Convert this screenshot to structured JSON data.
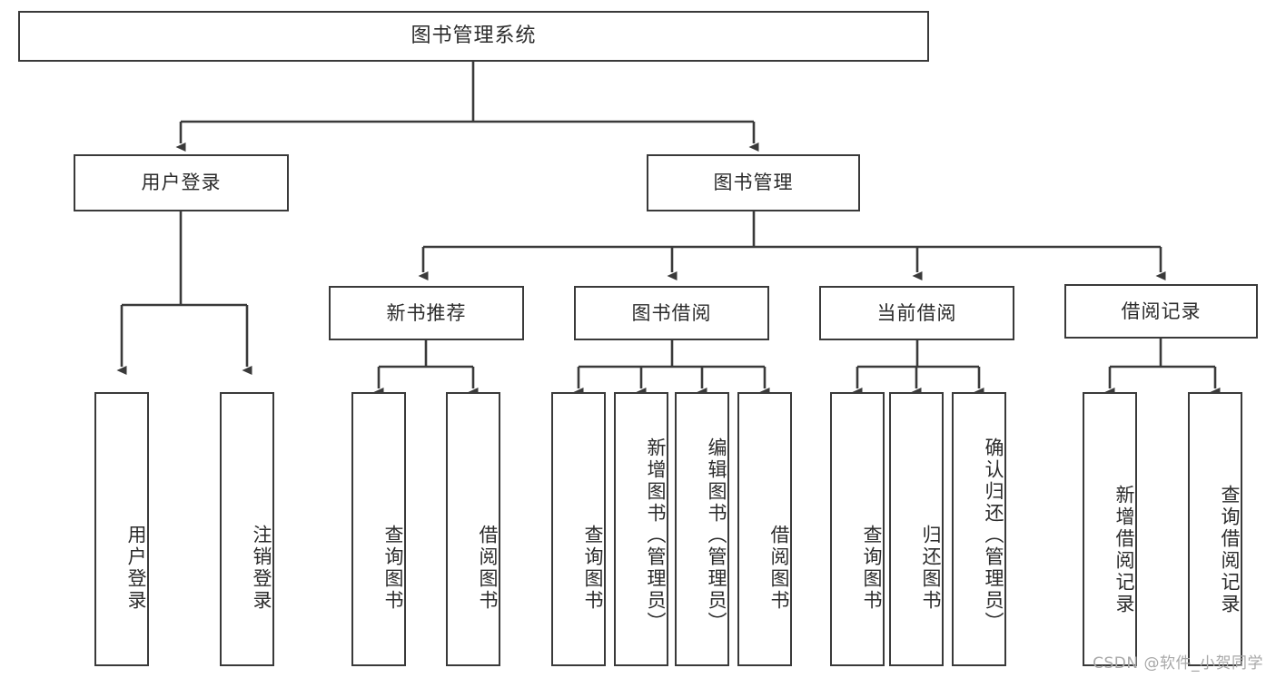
{
  "diagram": {
    "type": "tree-hierarchy-chart",
    "title": "图书管理系统",
    "orientation": "top-down",
    "colors": {
      "box_border": "#3a3a3a",
      "box_fill": "#ffffff",
      "connector": "#3a3a3a",
      "text": "#2b2b2b",
      "watermark": "#a8a8a8",
      "background": "#ffffff"
    }
  },
  "root": {
    "label": "图书管理系统"
  },
  "level2": [
    {
      "label": "用户登录"
    },
    {
      "label": "图书管理"
    }
  ],
  "level3": [
    {
      "label": "新书推荐"
    },
    {
      "label": "图书借阅"
    },
    {
      "label": "当前借阅"
    },
    {
      "label": "借阅记录"
    }
  ],
  "leaves": {
    "user_login": [
      {
        "label": "用户登录"
      },
      {
        "label": "注销登录"
      }
    ],
    "new_book_recommend": [
      {
        "label": "查询图书"
      },
      {
        "label": "借阅图书"
      }
    ],
    "book_borrow": [
      {
        "label": "查询图书"
      },
      {
        "label": "新增图书（管理员）"
      },
      {
        "label": "编辑图书（管理员）"
      },
      {
        "label": "借阅图书"
      }
    ],
    "current_borrow": [
      {
        "label": "查询图书"
      },
      {
        "label": "归还图书"
      },
      {
        "label": "确认归还（管理员）"
      }
    ],
    "borrow_record": [
      {
        "label": "新增借阅记录"
      },
      {
        "label": "查询借阅记录"
      }
    ]
  },
  "watermark": {
    "text": "CSDN @软件_小贺同学"
  }
}
